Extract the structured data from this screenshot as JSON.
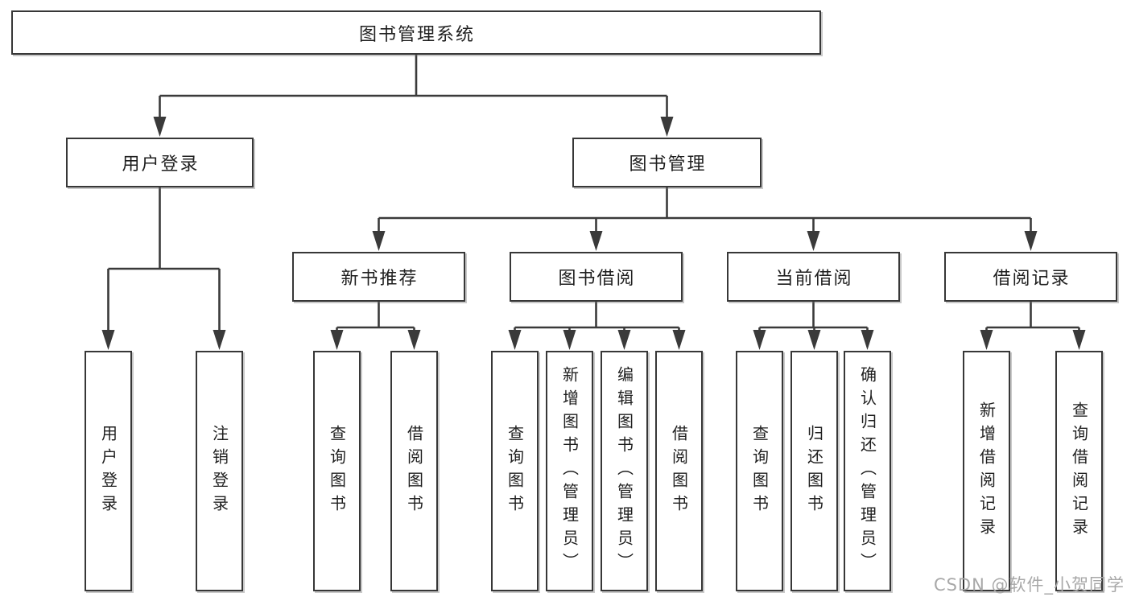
{
  "diagram_title": "图书管理系统",
  "colors": {
    "line": "#3a3a3a",
    "box_border": "#373737",
    "text": "#1f1f1f",
    "background": "#ffffff",
    "watermark": "#a8a8a8"
  },
  "tree": {
    "root": {
      "label": "图书管理系统"
    },
    "branches": [
      {
        "label": "用户登录",
        "children": [
          {
            "label": "用户登录"
          },
          {
            "label": "注销登录"
          }
        ]
      },
      {
        "label": "图书管理",
        "children": [
          {
            "label": "新书推荐",
            "children": [
              {
                "label": "查询图书"
              },
              {
                "label": "借阅图书"
              }
            ]
          },
          {
            "label": "图书借阅",
            "children": [
              {
                "label": "查询图书"
              },
              {
                "label": "新增图书（管理员）"
              },
              {
                "label": "编辑图书（管理员）"
              },
              {
                "label": "借阅图书"
              }
            ]
          },
          {
            "label": "当前借阅",
            "children": [
              {
                "label": "查询图书"
              },
              {
                "label": "归还图书"
              },
              {
                "label": "确认归还（管理员）"
              }
            ]
          },
          {
            "label": "借阅记录",
            "children": [
              {
                "label": "新增借阅记录"
              },
              {
                "label": "查询借阅记录"
              }
            ]
          }
        ]
      }
    ]
  },
  "watermark": {
    "text": "CSDN @软件_小贺同学"
  }
}
